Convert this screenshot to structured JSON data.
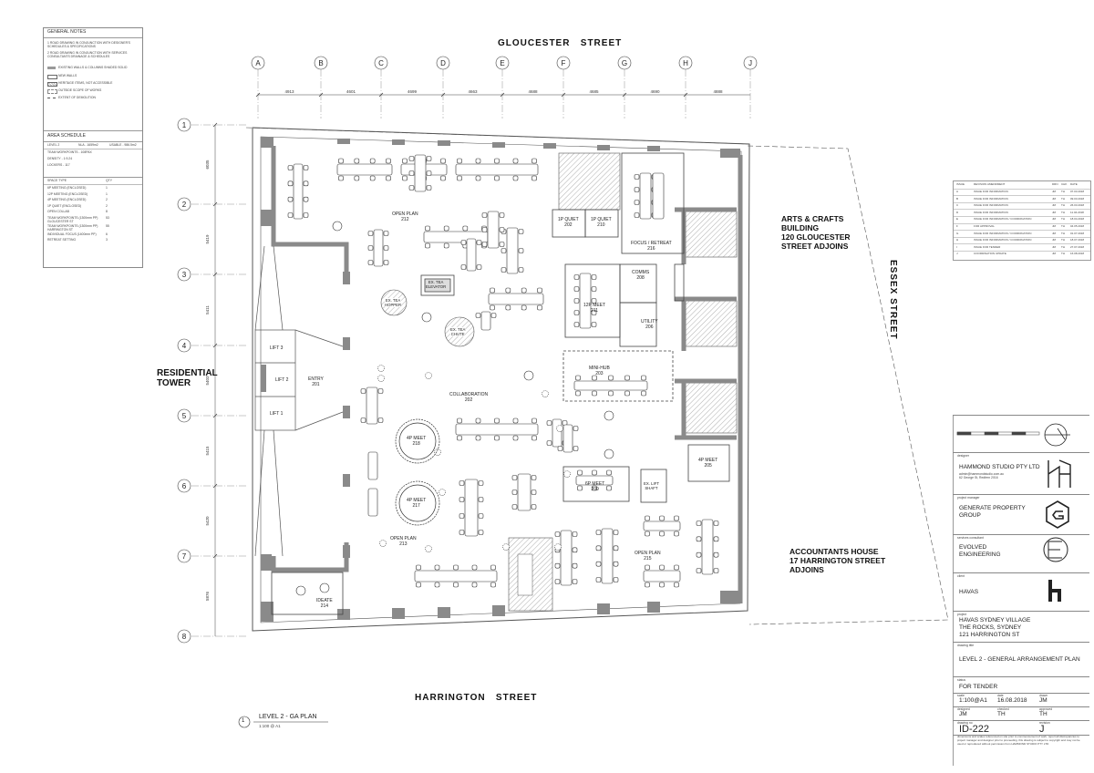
{
  "general_notes": {
    "title": "GENERAL NOTES",
    "notes": [
      "1   ROAD DRAWING IN CONJUNCTION WITH DESIGNER'S SCHEDULES & SPECIFICATIONS",
      "2   ROAD DRAWING IN CONJUNCTION WITH SERVICES CONSULTANTS DRAINAGE & SCHEDULES"
    ],
    "legend": [
      "EXISTING WALLS & COLUMNS SHADED SOLID",
      "NEW WALLS",
      "HERITAGE ITEMS, NOT ACCESSIBLE",
      "OUTSIDE SCOPE OF WORKS",
      "EXTENT OF DEMOLITION"
    ]
  },
  "area_schedule": {
    "title": "AREA SCHEDULE",
    "level": "LEVEL   2",
    "nla": "NLA  -  1659m2",
    "usable": "USABLE  -  986.5m2",
    "team_workpoints": "TEAM WORKPOINTS  -  108PAX",
    "density": "DENSITY  -  1:9.24",
    "lockers": "LOCKERS  -  117",
    "header": [
      "SPACE TYPE",
      "QTY"
    ],
    "rows": [
      [
        "6P MEETING (ENCLOSED)",
        "1"
      ],
      [
        "12P MEETING (ENCLOSED)",
        "1"
      ],
      [
        "4P MEETING (ENCLOSED)",
        "2"
      ],
      [
        "1P QUIET (ENCLOSED)",
        "2"
      ],
      [
        "OPEN COLLAB",
        "8"
      ],
      [
        "TEAM WORKPOINTS (1300mm PP) GLOUCESTER ST",
        "53"
      ],
      [
        "TEAM WORKPOINTS (1300mm PP) HARRINGTON ST",
        "55"
      ],
      [
        "INDIVIDUAL FOCUS (1400mm PP)",
        "6"
      ],
      [
        "RETREAT SETTING",
        "3"
      ]
    ]
  },
  "streets": {
    "north": "GLOUCESTER   STREET",
    "south": "HARRINGTON   STREET",
    "east": "ESSEX STREET"
  },
  "adjoining": {
    "residential": "RESIDENTIAL\nTOWER",
    "arts_crafts": "ARTS & CRAFTS\nBUILDING\n120 GLOUCESTER\nSTREET ADJOINS",
    "accountants": "ACCOUNTANTS HOUSE\n17 HARRINGTON STREET\nADJOINS"
  },
  "grid": {
    "columns": [
      "A",
      "B",
      "C",
      "D",
      "E",
      "F",
      "G",
      "H",
      "J"
    ],
    "column_dims": [
      "4913",
      "4601",
      "4699",
      "4663",
      "4688",
      "4685",
      "4690",
      "4888"
    ],
    "rows": [
      "1",
      "2",
      "3",
      "4",
      "5",
      "6",
      "7",
      "8"
    ],
    "row_dims": [
      "6035",
      "5419",
      "5411",
      "5403",
      "5415",
      "5420",
      "5876"
    ]
  },
  "rooms": {
    "open_plan_212": "OPEN PLAN\n212",
    "open_plan_213": "OPEN PLAN\n213",
    "open_plan_215": "OPEN PLAN\n215",
    "collaboration": "COLLABORATION\n202",
    "entry": "ENTRY\n201",
    "lift3": "LIFT 3",
    "lift2": "LIFT 2",
    "lift1": "LIFT 1",
    "ideate": "IDEATE\n214",
    "quiet1": "1P QUIET\n202",
    "quiet2": "1P QUIET\n210",
    "focus": "FOCUS / RETREAT\n216",
    "comms": "COMMS\n208",
    "utility": "UTILITY\n206",
    "minihub": "MINI-HUB\n203",
    "meet12": "12P MEET\n211",
    "meet6": "6P MEET\n209",
    "meet4a": "4P MEET\n218",
    "meet4b": "4P MEET\n217",
    "meet4c": "4P MEET\n205",
    "ex_tea_elevator": "EX. TEA\nELEVATOR",
    "ex_tea_hopper": "EX. TEA\nHOPPER",
    "ex_tea_chute": "EX. TEA\nCHUTE",
    "ex_lift_shaft": "EX. LIFT\nSHAFT"
  },
  "plan_title": {
    "number": "1",
    "title": "LEVEL 2 - GA PLAN",
    "scale": "1:100 @ A1"
  },
  "revisions": {
    "header": [
      "ISSUE",
      "REVISION AMENDMENT",
      "DRN",
      "CHK",
      "DATE"
    ],
    "rows": [
      [
        "A",
        "ISSUE FOR INFORMATION",
        "JM",
        "TH",
        "07.03.2018"
      ],
      [
        "B",
        "ISSUE FOR INFORMATION",
        "JM",
        "TH",
        "09.03.2018"
      ],
      [
        "C",
        "ISSUE FOR INFORMATION",
        "JM",
        "TH",
        "26.03.2018"
      ],
      [
        "D",
        "ISSUE FOR INFORMATION",
        "JM",
        "TH",
        "11.04.2018"
      ],
      [
        "E",
        "ISSUE FOR INFORMATION / COORDINATION",
        "JM",
        "TH",
        "18.04.2018"
      ],
      [
        "F",
        "FOR APPROVAL",
        "JM",
        "TH",
        "04.05.2018"
      ],
      [
        "G",
        "ISSUE FOR INFORMATION / COORDINATION",
        "JM",
        "TH",
        "01.07.2018"
      ],
      [
        "H",
        "ISSUE FOR INFORMATION / COORDINATION",
        "JM",
        "TH",
        "18.07.2018"
      ],
      [
        "I",
        "ISSUE FOR TENDER",
        "JM",
        "TH",
        "27.07.2018"
      ],
      [
        "J",
        "COORDINATION UPDATE",
        "JM",
        "TH",
        "16.08.2018"
      ]
    ]
  },
  "title_block": {
    "designer_label": "designer",
    "designer": "HAMMOND STUDIO PTY LTD",
    "designer_sub": "admin@hammondstudio.com.au\n62 George St, Redfern 2016",
    "pm_label": "project manager",
    "pm": "GENERATE PROPERTY\nGROUP",
    "engineer_label": "services consultant",
    "engineer": "EVOLVED\nENGINEERING",
    "client_label": "client",
    "client": "HAVAS",
    "project_label": "project",
    "project": "HAVAS SYDNEY VILLAGE\nTHE ROCKS, SYDNEY\n121 HARRINGTON ST",
    "drawing_title_label": "drawing title",
    "drawing_title": "LEVEL 2 - GENERAL ARRANGEMENT PLAN",
    "status_label": "status",
    "status": "FOR TENDER",
    "scale_label": "scale",
    "scale": "1:100@A1",
    "date_label": "date",
    "date": "16.08.2018",
    "drawn_label": "drawn",
    "drawn": "JM",
    "designed_label": "designed",
    "designed": "JM",
    "checked_label": "checked",
    "checked": "TH",
    "approved_label": "approved",
    "approved": "TH",
    "drawing_no_label": "drawing no",
    "drawing_no": "ID-222",
    "revision_label": "revision",
    "revision": "J",
    "disclaimer": "dimensions and scales referenced on site prior to commencement of work. report all discrepancies to project manager and designer prior to proceeding. this drawing is subject to copyright and may not be used or reproduced without permission from HAMMOND STUDIO PTY LTD"
  },
  "colors": {
    "wall": "#8a8a8a",
    "line": "#444444",
    "hatch": "#9a9a9a"
  }
}
